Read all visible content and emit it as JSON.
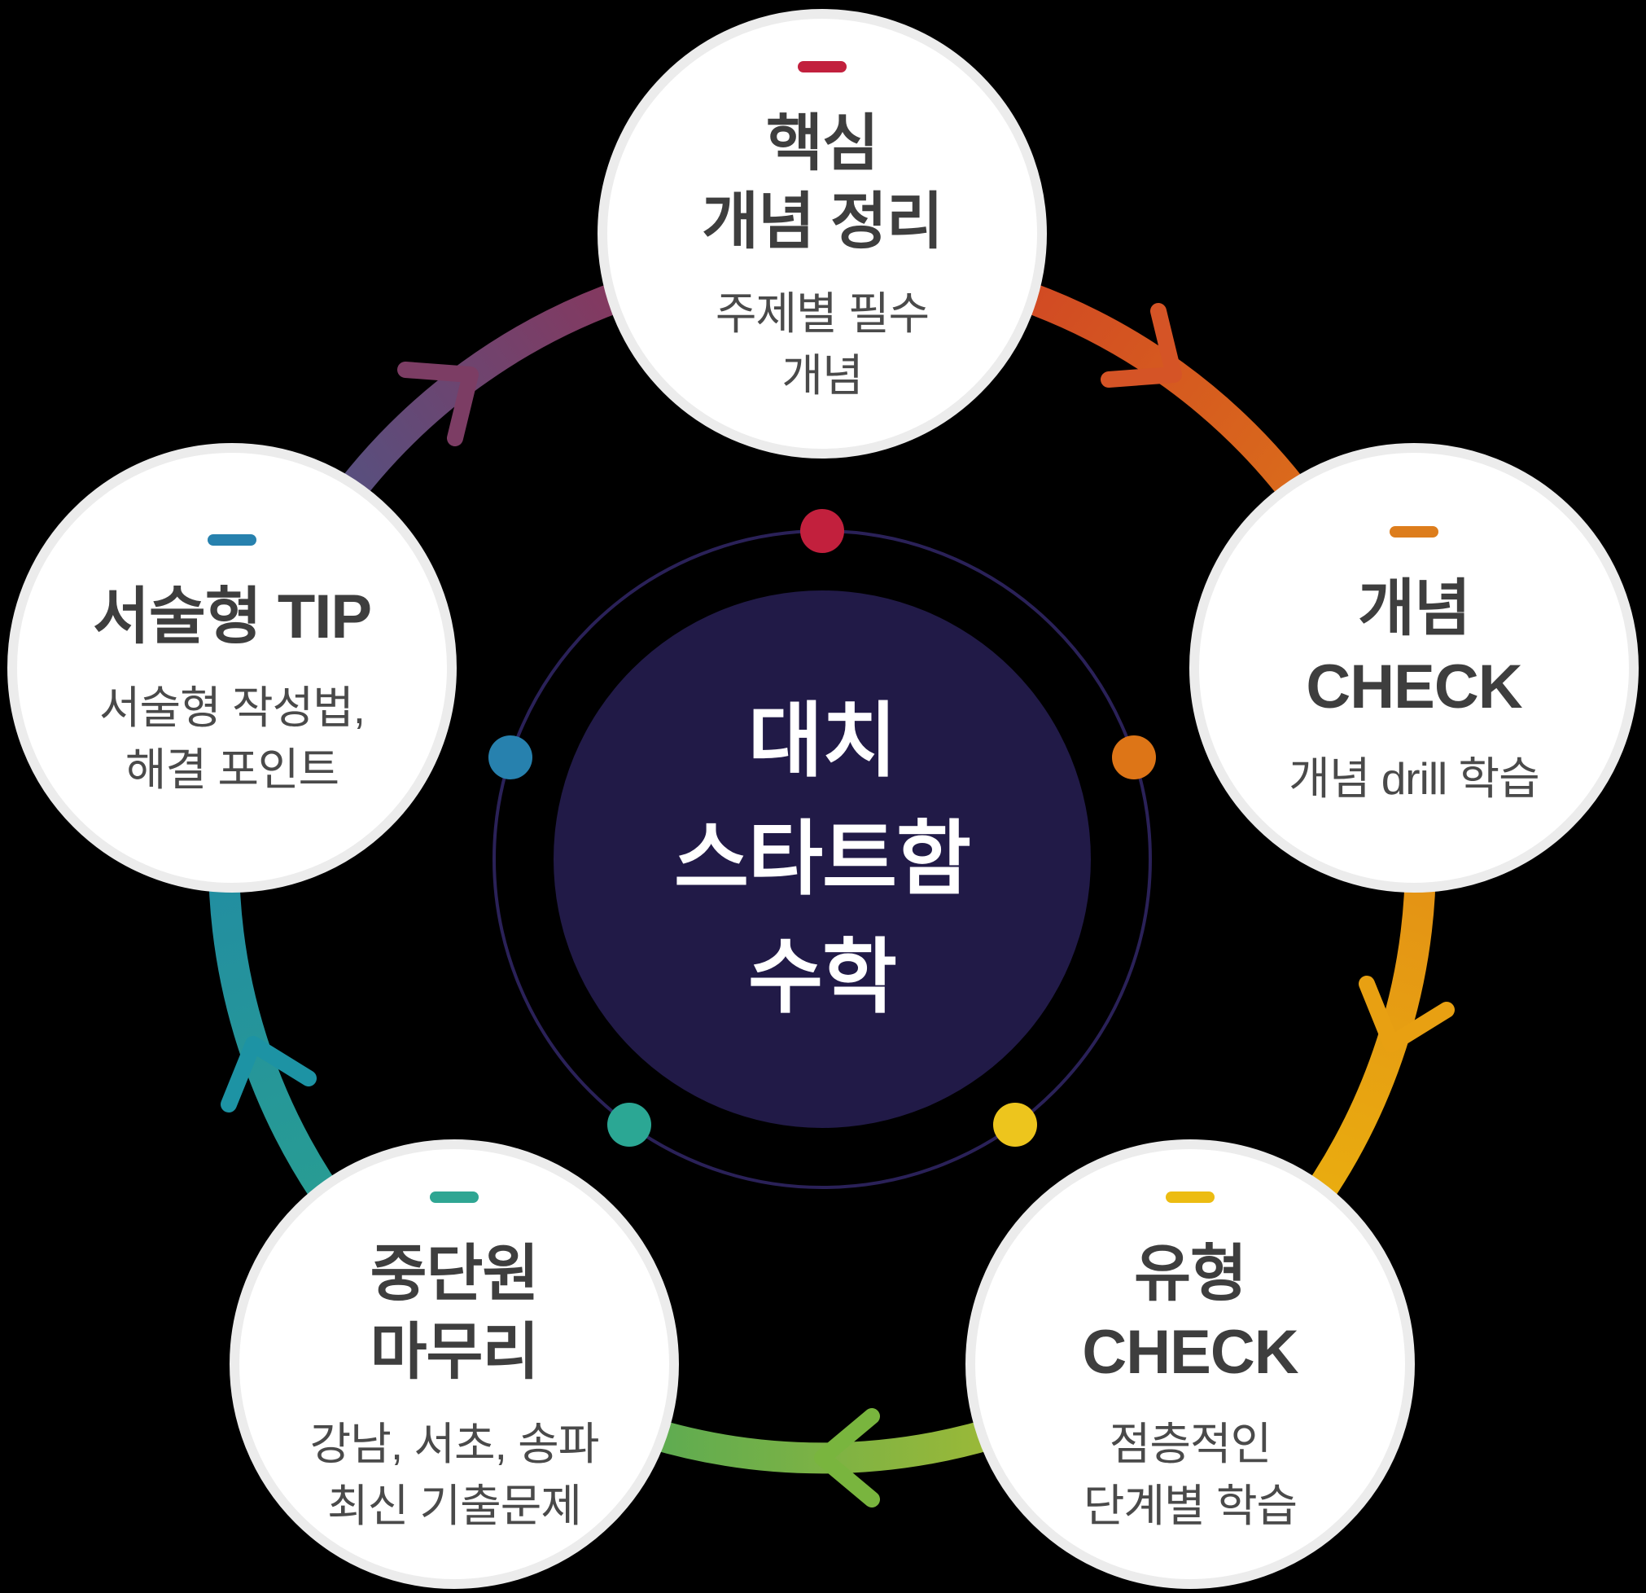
{
  "diagram": {
    "background": "#000000",
    "center": {
      "title_lines": [
        "대치",
        "스타트함",
        "수학"
      ],
      "bg_color": "#211A47",
      "ring_color": "#2A2158",
      "text_color": "#FFFFFF"
    },
    "nodes": [
      {
        "id": "core-concept-summary",
        "accent": "#C2203D",
        "title_lines": [
          "핵심",
          "개념 정리"
        ],
        "subtitle_lines": [
          "주제별 필수",
          "개념"
        ]
      },
      {
        "id": "concept-check",
        "accent": "#DD7D1C",
        "title_lines": [
          "개념",
          "CHECK"
        ],
        "subtitle_lines": [
          "개념 drill 학습",
          ""
        ]
      },
      {
        "id": "type-check",
        "accent": "#ECBC12",
        "title_lines": [
          "유형",
          "CHECK"
        ],
        "subtitle_lines": [
          "점층적인",
          "단계별 학습"
        ]
      },
      {
        "id": "mid-unit-wrapup",
        "accent": "#2FA693",
        "title_lines": [
          "중단원",
          "마무리"
        ],
        "subtitle_lines": [
          "강남, 서초, 송파",
          "최신 기출문제"
        ]
      },
      {
        "id": "essay-tip",
        "accent": "#2781AE",
        "title_lines": [
          "서술형 TIP",
          ""
        ],
        "subtitle_lines": [
          "서술형 작성법,",
          "해결 포인트"
        ]
      }
    ],
    "dots": [
      {
        "color": "#C2203D"
      },
      {
        "color": "#DD7517"
      },
      {
        "color": "#EDC51D"
      },
      {
        "color": "#2BA794"
      },
      {
        "color": "#2781AE"
      }
    ],
    "arcs": [
      {
        "from": "#CC3828",
        "to": "#DF7C17"
      },
      {
        "from": "#E08418",
        "to": "#EDBB0C"
      },
      {
        "from": "#BCC02A",
        "to": "#3CA45F"
      },
      {
        "from": "#2BA48C",
        "to": "#1F86A8"
      },
      {
        "from": "#3E5C90",
        "to": "#9E2C4E"
      }
    ],
    "arrows": [
      {
        "color": "#D55426"
      },
      {
        "color": "#E8A012"
      },
      {
        "color": "#79B53E"
      },
      {
        "color": "#1D93A4"
      },
      {
        "color": "#7C3D64"
      }
    ]
  }
}
